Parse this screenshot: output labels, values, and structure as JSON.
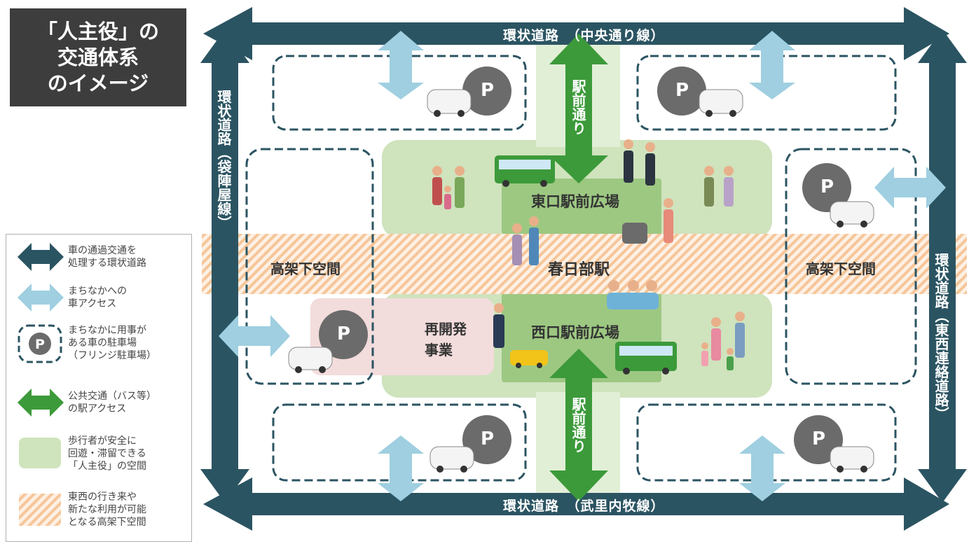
{
  "title": {
    "line1": "「人主役」の",
    "line2": "交通体系",
    "line3": "のイメージ"
  },
  "roads": {
    "top": "環状道路　（中央通り線）",
    "bottom": "環状道路　（武里内牧線）",
    "left": "環状道路（袋陣屋線）",
    "right": "環状道路（東西連絡道路）",
    "station_road": "駅前通り"
  },
  "areas": {
    "east_plaza": "東口駅前広場",
    "west_plaza": "西口駅前広場",
    "station": "春日部駅",
    "under_viaduct_left": "高架下空間",
    "under_viaduct_right": "高架下空間",
    "redevelopment_line1": "再開発",
    "redevelopment_line2": "事業",
    "parking": "P"
  },
  "legend": [
    {
      "icon": "dark-double-arrow-icon",
      "text": "車の通過交通を\n処理する環状道路"
    },
    {
      "icon": "light-double-arrow-icon",
      "text": "まちなかへの\n車アクセス"
    },
    {
      "icon": "parking-icon",
      "text": "まちなかに用事が\nある車の駐車場\n（フリンジ駐車場）"
    },
    {
      "icon": "green-double-arrow-icon",
      "text": "公共交通（バス等）\nの駅アクセス"
    },
    {
      "icon": "green-area-icon",
      "text": "歩行者が安全に\n回遊・滞留できる\n「人主役」の空間"
    },
    {
      "icon": "hatched-area-icon",
      "text": "東西の行き来や\n新たな利用が可能\nとなる高架下空間"
    }
  ],
  "colors": {
    "ring_road": "#2b5462",
    "car_access": "#9fcfe0",
    "station_access": "#3c9a3a",
    "pedestrian": "#a9cf8c",
    "viaduct": "#f2b27c",
    "redevelopment": "#f2d9d9",
    "parking": "#6b6b6b"
  }
}
